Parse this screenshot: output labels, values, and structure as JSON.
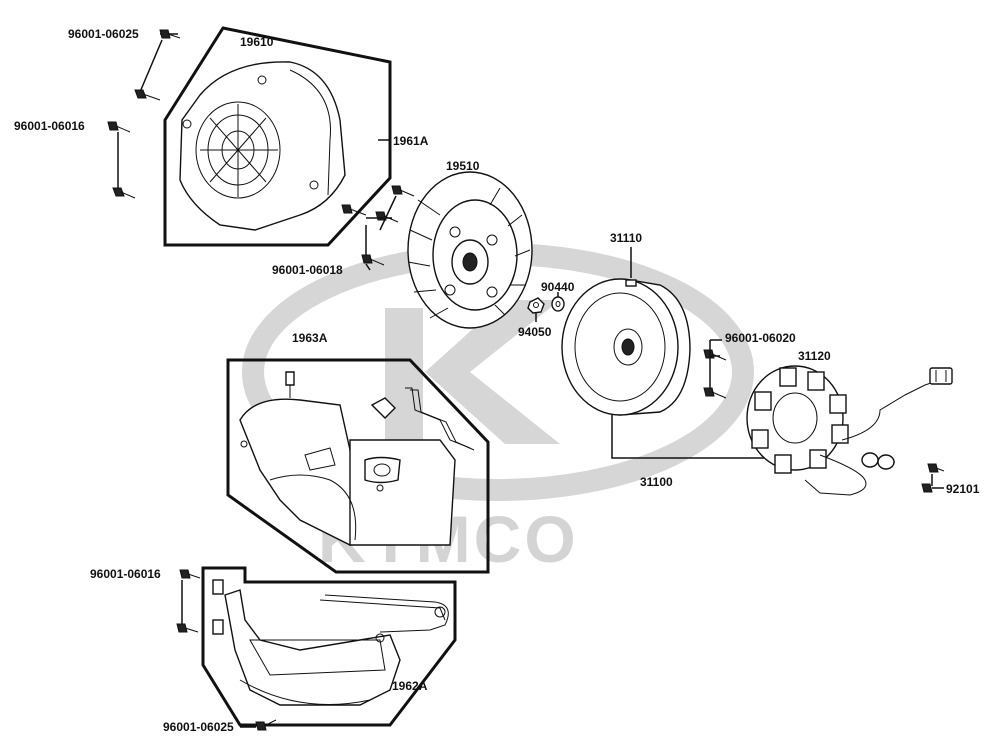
{
  "watermark": {
    "brand": "KYMCO"
  },
  "labels": {
    "bolt_96001_06025_top": "96001-06025",
    "bolt_96001_06016_top": "96001-06016",
    "shroud_19610": "19610",
    "cover_assy_1961A": "1961A",
    "fan_19510": "19510",
    "bolt_96001_06018": "96001-06018",
    "rotor_31110": "31110",
    "washer_90440": "90440",
    "nut_94050": "94050",
    "bolt_96001_06020": "96001-06020",
    "stator_31120": "31120",
    "assy_1963A": "1963A",
    "generator_31100": "31100",
    "screw_92101": "92101",
    "bolt_96001_06016_bottom": "96001-06016",
    "assy_1962A": "1962A",
    "bolt_96001_06025_bottom": "96001-06025"
  }
}
